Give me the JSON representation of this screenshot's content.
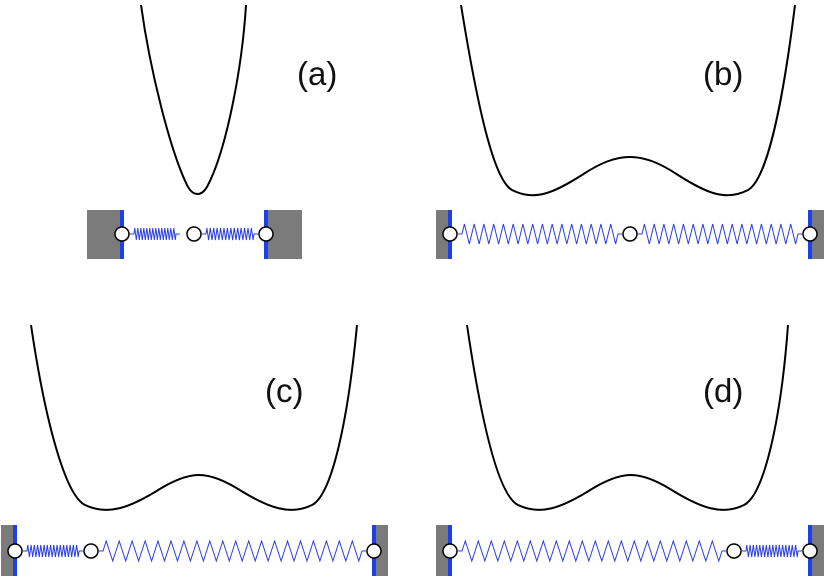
{
  "panels": [
    {
      "label": "(a)"
    },
    {
      "label": "(b)"
    },
    {
      "label": "(c)"
    },
    {
      "label": "(d)"
    }
  ],
  "colors": {
    "wall": "#7b7b7b",
    "wall_edge": "#1f3fe8",
    "spring": "#2b3fe0",
    "curve": "#000000",
    "mass_fill": "#ffffff"
  }
}
